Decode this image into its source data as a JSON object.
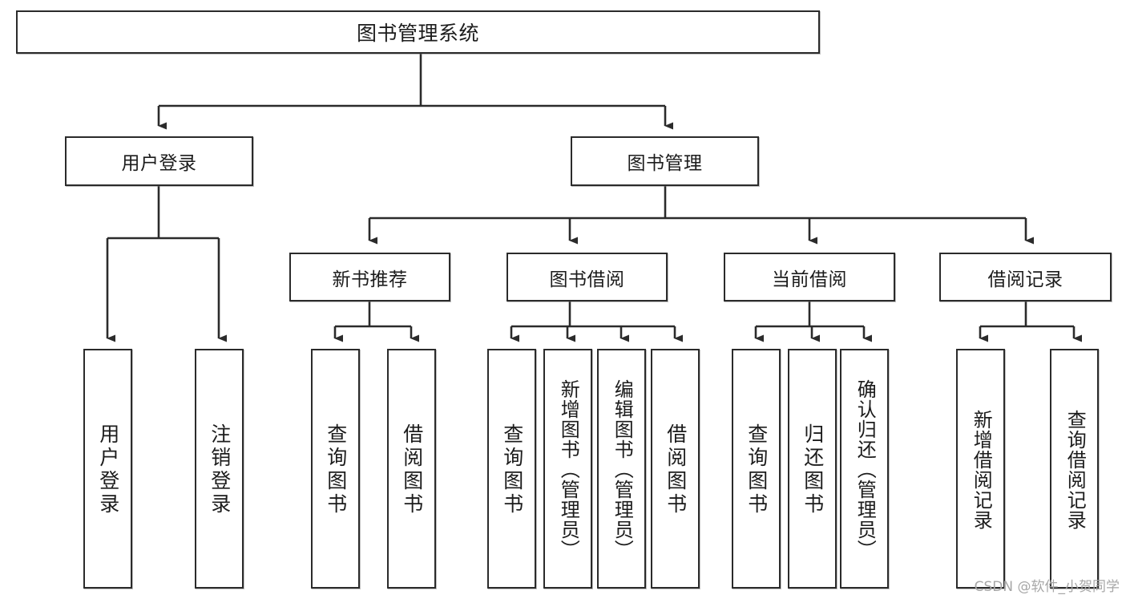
{
  "diagram": {
    "type": "tree",
    "title": "图书管理系统",
    "orientation": "top-down",
    "style": {
      "box_fill": "#ffffff",
      "box_stroke": "#2b2b2b",
      "connector_color": "#2b2b2b",
      "text_color": "#1c1c1c",
      "background": "#ffffff"
    },
    "nodes": {
      "root": {
        "label": "图书管理系统"
      },
      "level2": [
        {
          "id": "user-login",
          "label": "用户登录"
        },
        {
          "id": "book-manage",
          "label": "图书管理"
        }
      ],
      "level3": [
        {
          "id": "new-book-rec",
          "label": "新书推荐"
        },
        {
          "id": "book-borrow",
          "label": "图书借阅"
        },
        {
          "id": "current-borrow",
          "label": "当前借阅"
        },
        {
          "id": "borrow-record",
          "label": "借阅记录"
        }
      ],
      "leaves": {
        "user-login": [
          {
            "id": "leaf-user-login",
            "label": "用户登录"
          },
          {
            "id": "leaf-logout",
            "label": "注销登录"
          }
        ],
        "new-book-rec": [
          {
            "id": "leaf-query-book-1",
            "label": "查询图书"
          },
          {
            "id": "leaf-borrow-book-1",
            "label": "借阅图书"
          }
        ],
        "book-borrow": [
          {
            "id": "leaf-query-book-2",
            "label": "查询图书"
          },
          {
            "id": "leaf-add-book",
            "label": "新增图书（管理员）"
          },
          {
            "id": "leaf-edit-book",
            "label": "编辑图书（管理员）"
          },
          {
            "id": "leaf-borrow-book-2",
            "label": "借阅图书"
          }
        ],
        "current-borrow": [
          {
            "id": "leaf-query-book-3",
            "label": "查询图书"
          },
          {
            "id": "leaf-return-book",
            "label": "归还图书"
          },
          {
            "id": "leaf-confirm-return",
            "label": "确认归还（管理员）"
          }
        ],
        "borrow-record": [
          {
            "id": "leaf-add-record",
            "label": "新增借阅记录"
          },
          {
            "id": "leaf-query-record",
            "label": "查询借阅记录"
          }
        ]
      }
    }
  },
  "watermark": {
    "text": "CSDN @软件_小贺同学"
  }
}
